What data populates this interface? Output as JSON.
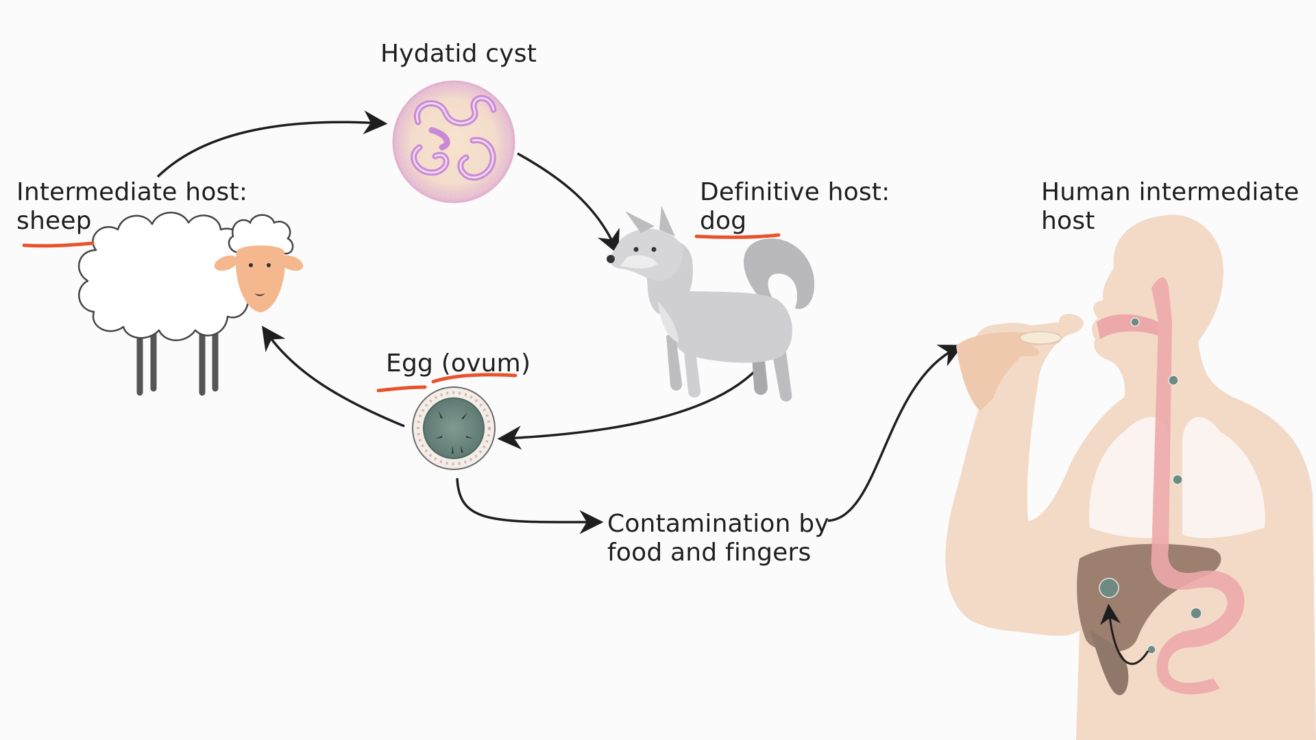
{
  "diagram": {
    "nodes": {
      "cyst": {
        "label": "Hydatid cyst",
        "icon": "hydatid-cyst-icon"
      },
      "sheep": {
        "label_line1": "Intermediate host:",
        "label_line2": "sheep",
        "icon": "sheep-icon",
        "underlined": "sheep"
      },
      "dog": {
        "label_line1": "Definitive host:",
        "label_line2": "dog",
        "icon": "dog-icon",
        "underlined": "dog"
      },
      "egg": {
        "label": "Egg (ovum)",
        "icon": "egg-ovum-icon",
        "underlined": "Egg (ovum)"
      },
      "contamination": {
        "label_line1": "Contamination by",
        "label_line2": "food and fingers"
      },
      "human": {
        "label_line1": "Human intermediate",
        "label_line2": "host",
        "icon": "human-body-icon"
      }
    },
    "edges": [
      {
        "from": "sheep",
        "to": "cyst"
      },
      {
        "from": "cyst",
        "to": "dog"
      },
      {
        "from": "dog",
        "to": "egg"
      },
      {
        "from": "egg",
        "to": "sheep"
      },
      {
        "from": "egg",
        "to": "contamination"
      },
      {
        "from": "contamination",
        "to": "human"
      }
    ],
    "colors": {
      "arrow": "#1e1e1e",
      "underline": "#e8532b",
      "sheep_face": "#f5b88e",
      "dog_fur": "#c9c9cb",
      "cyst": "#e9c7dc",
      "egg": "#6f8a82",
      "skin": "#f1d4bd",
      "gut": "#eda8aa",
      "liver": "#9c7f6f",
      "lung": "#fbf3f0"
    }
  }
}
